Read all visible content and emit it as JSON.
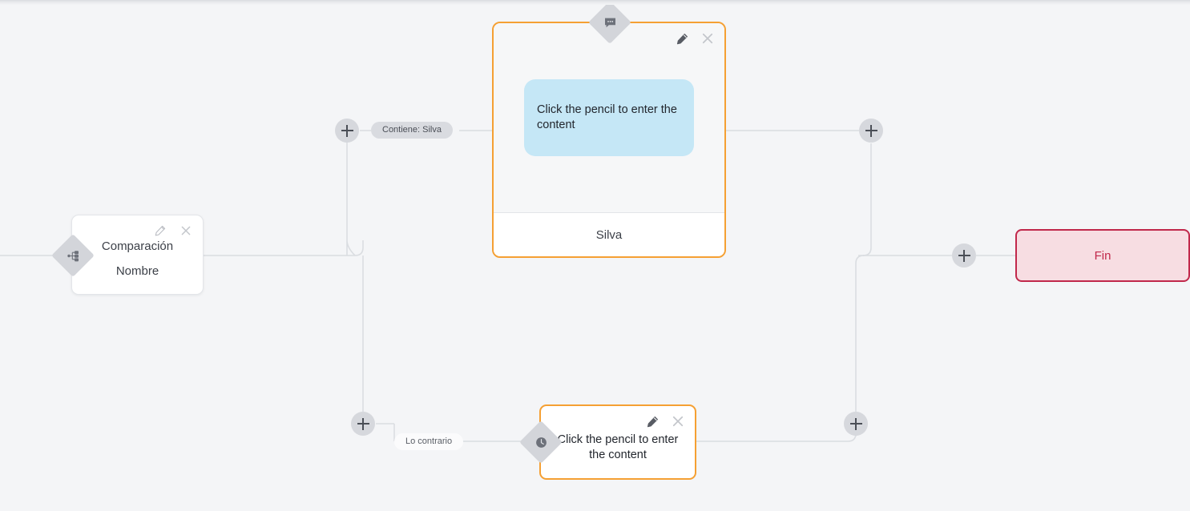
{
  "canvas": {
    "background_color": "#f4f5f7",
    "edge_color": "#dadde1"
  },
  "nodes": {
    "comparison": {
      "icon": "branch-split-icon",
      "line1": "Comparación",
      "line2": "Nombre",
      "edit_icon": "pencil-icon",
      "close_icon": "close-icon"
    },
    "message": {
      "icon": "chat-bubble-icon",
      "accent_color": "#f5a033",
      "bubble_color": "#c5e7f6",
      "bubble_text": "Click the pencil to enter the content",
      "footer_label": "Silva",
      "edit_icon": "pencil-icon",
      "close_icon": "close-icon"
    },
    "wait": {
      "icon": "clock-icon",
      "accent_color": "#f5a033",
      "text": "Click the pencil to enter the content",
      "edit_icon": "pencil-icon",
      "close_icon": "close-icon"
    },
    "end": {
      "label": "Fin",
      "border_color": "#c1284b",
      "fill_color": "#f7dde2"
    }
  },
  "edge_labels": {
    "branch_true": "Contiene: Silva",
    "branch_false": "Lo contrario"
  },
  "add_buttons": [
    {
      "name": "add-node-top-left",
      "icon": "plus-icon"
    },
    {
      "name": "add-node-bottom-left",
      "icon": "plus-icon"
    },
    {
      "name": "add-node-top-right",
      "icon": "plus-icon"
    },
    {
      "name": "add-node-bottom-right",
      "icon": "plus-icon"
    },
    {
      "name": "add-node-before-end",
      "icon": "plus-icon"
    }
  ]
}
